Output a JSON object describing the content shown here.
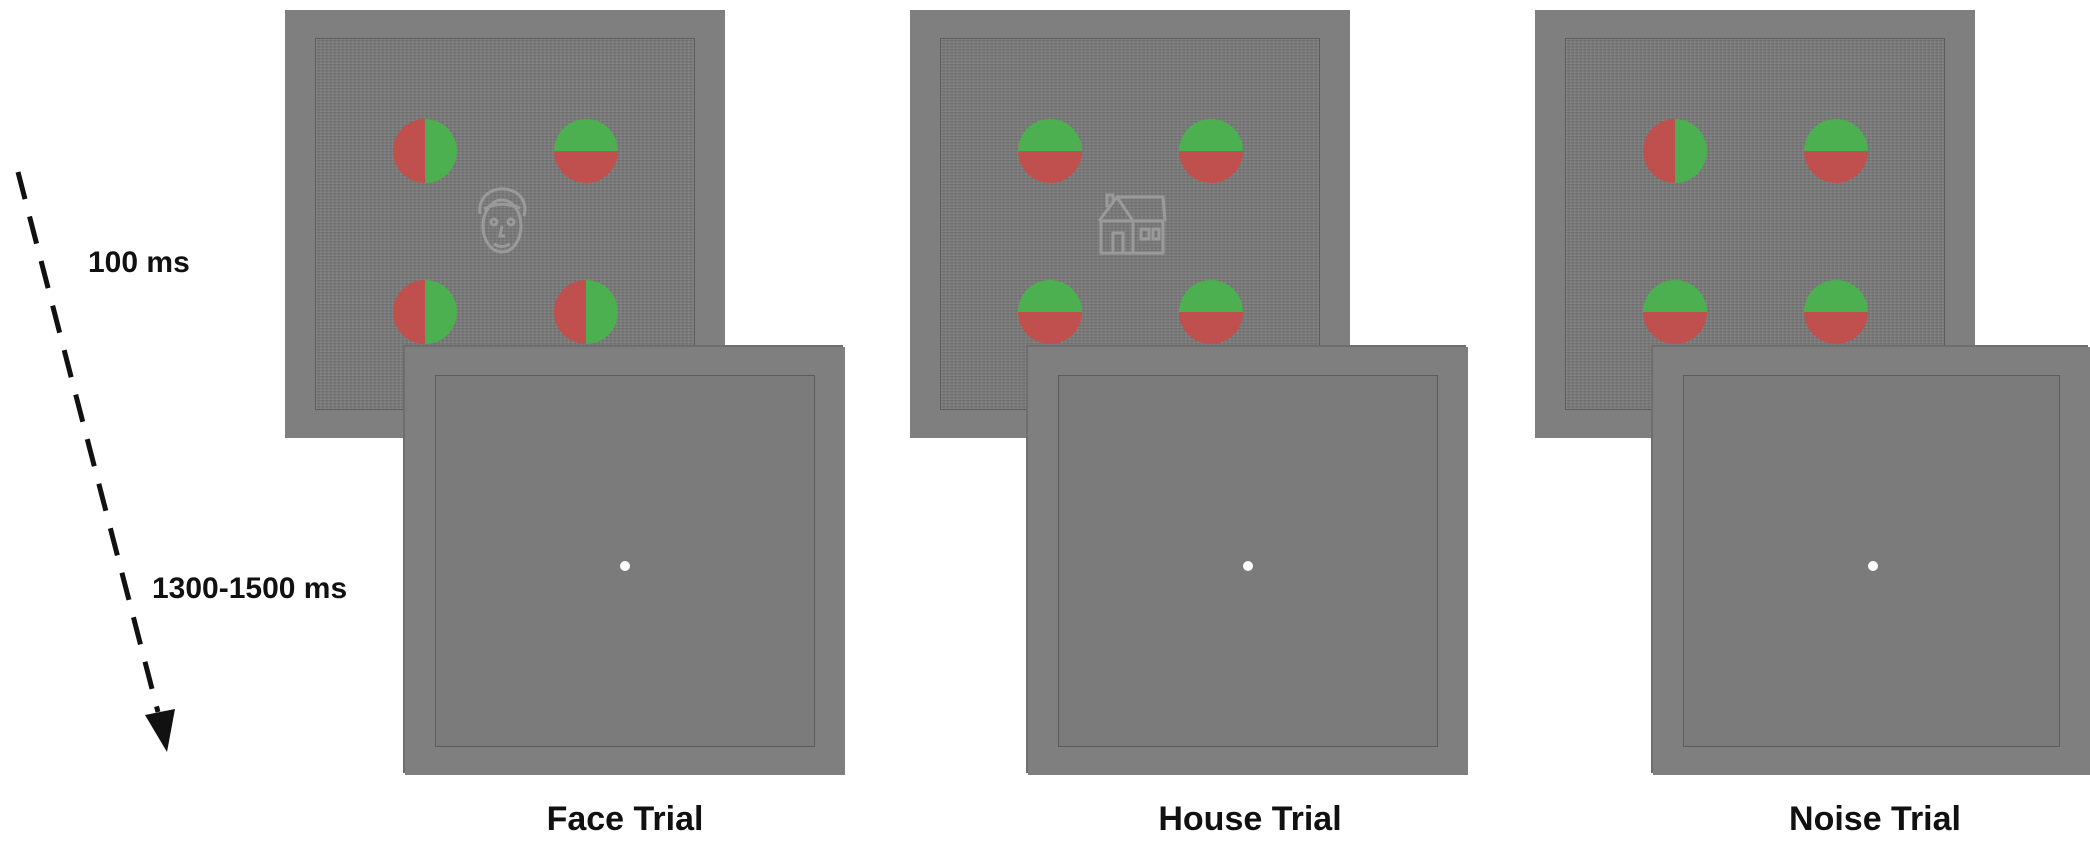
{
  "timeline": {
    "stimulus_duration": "100 ms",
    "blank_duration": "1300-1500 ms"
  },
  "trials": [
    {
      "label": "Face Trial",
      "faint_image": "face",
      "disks": [
        "red-left-green-right",
        "green-top-red-bottom",
        "red-left-green-right",
        "red-left-green-right"
      ]
    },
    {
      "label": "House Trial",
      "faint_image": "house",
      "disks": [
        "green-top-red-bottom",
        "green-top-red-bottom",
        "green-top-red-bottom",
        "green-top-red-bottom"
      ]
    },
    {
      "label": "Noise Trial",
      "faint_image": "none",
      "disks": [
        "red-left-green-right",
        "green-top-red-bottom",
        "green-top-red-bottom",
        "green-top-red-bottom"
      ]
    }
  ],
  "colors": {
    "disk_red": "#c0504d",
    "disk_green": "#4caf50",
    "frame_gray": "#7f7f7f",
    "fixation": "#ffffff"
  },
  "icons": {
    "time_arrow": "dashed-arrow-down-icon",
    "face": "face-icon",
    "house": "house-icon",
    "fixation": "fixation-dot-icon"
  }
}
